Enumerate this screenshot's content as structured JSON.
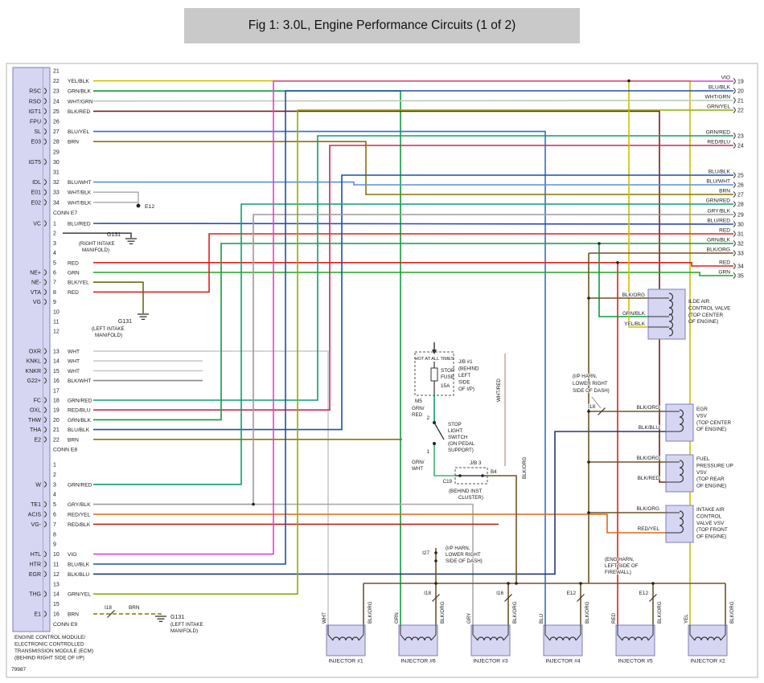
{
  "title": "Fig 1: 3.0L, Engine Performance Circuits (1 of 2)",
  "footer_code": "79987",
  "ecm_note": [
    "ENGINE CONTROL MODULE/",
    "ELECTRONIC CONTROLLED",
    "TRANSMISSION MODULE (ECM)",
    "(BEHIND RIGHT SIDE OF I/P)"
  ],
  "palette": {
    "YEL/BLK": "#cfc000",
    "YEL": "#e3d400",
    "GRN/BLK": "#0f9d3a",
    "GRN": "#1ca626",
    "GRN/RED": "#0e9d72",
    "GRN/YEL": "#8fae00",
    "GRN/WHT": "#3db36a",
    "WHT/GRN": "#b9cdb9",
    "BLK/RED": "#7a1d1d",
    "BLU/YEL": "#2f6fd0",
    "BRN": "#8c7300",
    "BLU/WHT": "#5b8fdb",
    "WHT/BLK": "#b3b3b3",
    "BLU/RED": "#2d49b8",
    "RED": "#e02020",
    "BLK/YEL": "#6b6b14",
    "WHT": "#c9c9c9",
    "BLK/WHT": "#8a8a8a",
    "RED/BLU": "#cc2952",
    "GRY/BLK": "#9b9b9b",
    "GRY": "#ababab",
    "RED/YEL": "#e2661a",
    "RED/BLK": "#b22619",
    "VIO": "#e23fd0",
    "BLU/BLK": "#1d4fa8",
    "BLU": "#2b5fd9",
    "BLK/BLU": "#24386e",
    "BLK/ORG": "#6e5426",
    "WHT/RED": "#d9a3a3",
    "BLK": "#4a4a4a"
  },
  "connectors": {
    "e7": {
      "label": "CONN E7",
      "rows": [
        {
          "num": "21",
          "name": "",
          "color": ""
        },
        {
          "num": "22",
          "name": "",
          "color": "YEL/BLK"
        },
        {
          "num": "23",
          "name": "RSC",
          "color": "GRN/BLK"
        },
        {
          "num": "24",
          "name": "RSO",
          "color": "WHT/GRN"
        },
        {
          "num": "25",
          "name": "IGT1",
          "color": "BLK/RED"
        },
        {
          "num": "26",
          "name": "FPU",
          "color": ""
        },
        {
          "num": "27",
          "name": "SL",
          "color": "BLU/YEL"
        },
        {
          "num": "28",
          "name": "E03",
          "color": "BRN"
        },
        {
          "num": "29",
          "name": "",
          "color": ""
        },
        {
          "num": "30",
          "name": "IGT5",
          "color": ""
        },
        {
          "num": "31",
          "name": "",
          "color": ""
        },
        {
          "num": "32",
          "name": "IDL",
          "color": "BLU/WHT"
        },
        {
          "num": "33",
          "name": "E01",
          "color": "WHT/BLK"
        },
        {
          "num": "34",
          "name": "E02",
          "color": "WHT/BLK"
        }
      ]
    },
    "e8": {
      "label": "CONN E8",
      "rows": [
        {
          "num": "1",
          "name": "VC",
          "color": "BLU/RED"
        },
        {
          "num": "2",
          "name": "",
          "color": ""
        },
        {
          "num": "3",
          "name": "",
          "color": ""
        },
        {
          "num": "4",
          "name": "",
          "color": ""
        },
        {
          "num": "5",
          "name": "",
          "color": "RED"
        },
        {
          "num": "6",
          "name": "NE+",
          "color": "GRN"
        },
        {
          "num": "7",
          "name": "NE-",
          "color": "BLK/YEL"
        },
        {
          "num": "8",
          "name": "VTA",
          "color": "RED"
        },
        {
          "num": "9",
          "name": "VG",
          "color": ""
        },
        {
          "num": "10",
          "name": "",
          "color": ""
        },
        {
          "num": "11",
          "name": "",
          "color": ""
        },
        {
          "num": "12",
          "name": "",
          "color": ""
        },
        {
          "num": "13",
          "name": "OXR",
          "color": "WHT"
        },
        {
          "num": "14",
          "name": "KNKL",
          "color": "WHT"
        },
        {
          "num": "15",
          "name": "KNKR",
          "color": "WHT"
        },
        {
          "num": "16",
          "name": "G22+",
          "color": "BLK/WHT"
        },
        {
          "num": "17",
          "name": "",
          "color": ""
        },
        {
          "num": "18",
          "name": "FC",
          "color": "GRN/RED"
        },
        {
          "num": "19",
          "name": "OXL",
          "color": "RED/BLU"
        },
        {
          "num": "20",
          "name": "THW",
          "color": "GRN/BLK"
        },
        {
          "num": "21",
          "name": "THA",
          "color": "BLU/BLK"
        },
        {
          "num": "22",
          "name": "E2",
          "color": "BRN"
        }
      ]
    },
    "e9": {
      "label": "CONN E9",
      "rows": [
        {
          "num": "1",
          "name": "",
          "color": ""
        },
        {
          "num": "2",
          "name": "",
          "color": ""
        },
        {
          "num": "3",
          "name": "W",
          "color": "GRN/RED"
        },
        {
          "num": "4",
          "name": "",
          "color": ""
        },
        {
          "num": "5",
          "name": "TE1",
          "color": "GRY/BLK"
        },
        {
          "num": "6",
          "name": "ACIS",
          "color": "RED/YEL"
        },
        {
          "num": "7",
          "name": "VG-",
          "color": "RED/BLK"
        },
        {
          "num": "8",
          "name": "",
          "color": ""
        },
        {
          "num": "9",
          "name": "",
          "color": ""
        },
        {
          "num": "10",
          "name": "HTL",
          "color": "VIO"
        },
        {
          "num": "11",
          "name": "HTR",
          "color": "BLU/BLK"
        },
        {
          "num": "12",
          "name": "EGR",
          "color": "BLK/BLU"
        },
        {
          "num": "13",
          "name": "",
          "color": ""
        },
        {
          "num": "14",
          "name": "THG",
          "color": "GRN/YEL"
        },
        {
          "num": "15",
          "name": "",
          "color": ""
        },
        {
          "num": "16",
          "name": "E1",
          "color": "BRN"
        }
      ]
    }
  },
  "right_pins": [
    {
      "num": "19",
      "color": "VIO"
    },
    {
      "num": "20",
      "color": "BLU/BLK"
    },
    {
      "num": "21",
      "color": "WHT/GRN"
    },
    {
      "num": "22",
      "color": "GRN/YEL"
    },
    {
      "num": "23",
      "color": "GRN/RED"
    },
    {
      "num": "24",
      "color": "RED/BLU"
    },
    {
      "num": "25",
      "color": "BLU/BLK"
    },
    {
      "num": "26",
      "color": "BLU/WHT"
    },
    {
      "num": "27",
      "color": "BRN"
    },
    {
      "num": "28",
      "color": "GRN/RED"
    },
    {
      "num": "29",
      "color": "GRY/BLK"
    },
    {
      "num": "30",
      "color": "BLU/RED"
    },
    {
      "num": "31",
      "color": "RED"
    },
    {
      "num": "32",
      "color": "GRN/BLK"
    },
    {
      "num": "33",
      "color": "BLK/ORG"
    },
    {
      "num": "34",
      "color": "RED"
    },
    {
      "num": "35",
      "color": "GRN"
    }
  ],
  "components": [
    {
      "id": "iac",
      "lines": [
        "ILDE AIR",
        "CONTROL VALVE",
        "(TOP CENTER",
        "OF ENGINE)"
      ],
      "wires": [
        "BLK/ORG",
        "GRN/BLK",
        "YEL/BLK"
      ]
    },
    {
      "id": "egr",
      "lines": [
        "EGR",
        "VSV",
        "(TOP CENTER",
        "OF ENGINE)"
      ],
      "wires": [
        "BLK/ORG",
        "BLK/BLU"
      ]
    },
    {
      "id": "fuel",
      "lines": [
        "FUEL",
        "PRESSURE UP",
        "VSV",
        "(TOP REAR",
        "OF ENGINE)"
      ],
      "wires": [
        "BLK/ORG",
        "BLK/RED"
      ]
    },
    {
      "id": "intake",
      "lines": [
        "INTAKE AIR",
        "CONTROL",
        "VALVE VSV",
        "(TOP FRONT",
        "OF ENGINE)"
      ],
      "wires": [
        "BLK/ORG",
        "RED/YEL"
      ]
    }
  ],
  "injectors": [
    {
      "label": "INJECTOR #1",
      "left": "WHT",
      "right": "BLK/ORG"
    },
    {
      "label": "INJECTOR #6",
      "left": "GRN",
      "right": "BLK/ORG"
    },
    {
      "label": "INJECTOR #3",
      "left": "GRY",
      "right": "BLK/ORG"
    },
    {
      "label": "INJECTOR #4",
      "left": "BLU",
      "right": "BLK/ORG"
    },
    {
      "label": "INJECTOR #5",
      "left": "RED",
      "right": "BLK/ORG"
    },
    {
      "label": "INJECTOR #2",
      "left": "YEL",
      "right": "BLK/ORG"
    }
  ],
  "power": {
    "hot_label": "HOT AT ALL TIMES",
    "fuse": [
      "STOP",
      "FUSE",
      "15A"
    ],
    "jb1": [
      "J/B #1",
      "(BEHIND",
      "LEFT",
      "SIDE",
      "OF I/P)"
    ],
    "m5": "M5",
    "grn_red": [
      "GRN/",
      "RED"
    ],
    "pin2": "2",
    "switch": [
      "STOP",
      "LIGHT",
      "SWITCH",
      "(ON PEDAL",
      "SUPPORT)"
    ],
    "pin1": "1",
    "grn_wht": [
      "GRN/",
      "WHT"
    ],
    "jb3": "J/B 3",
    "c19": "C19",
    "b4": "B4",
    "behind_inst": [
      "(BEHIND INST",
      "CLUSTER)"
    ],
    "wht_red": "WHT/RED",
    "blk_org": "BLK/ORG"
  },
  "grounds": [
    {
      "label": "G131",
      "lines": [
        "(RIGHT INTAKE",
        "MANIFOLD)"
      ]
    },
    {
      "label": "G131",
      "lines": [
        "(LEFT INTAKE",
        "MANIFOLD)"
      ]
    },
    {
      "label": "G131",
      "lines": [
        "(LEFT INTAKE",
        "MANIFOLD)"
      ]
    }
  ],
  "refs": {
    "e12_top": "E12",
    "i18_brn": {
      "label": "I18",
      "wire": "BRN"
    },
    "i18_egr": "I18",
    "i27": "I27",
    "note_ip1": [
      "(I/P HARN,",
      "LOWER RIGHT",
      "SIDE OF DASH)"
    ],
    "note_ip2": [
      "(I/P HARN,",
      "LOWER RIGHT",
      "SIDE OF DASH)"
    ],
    "note_eng": [
      "(ENG HARN,",
      "LEFT SIDE OF",
      "FIREWALL)"
    ],
    "inj_conn": [
      "I18",
      "I16",
      "E12",
      "E12"
    ]
  }
}
